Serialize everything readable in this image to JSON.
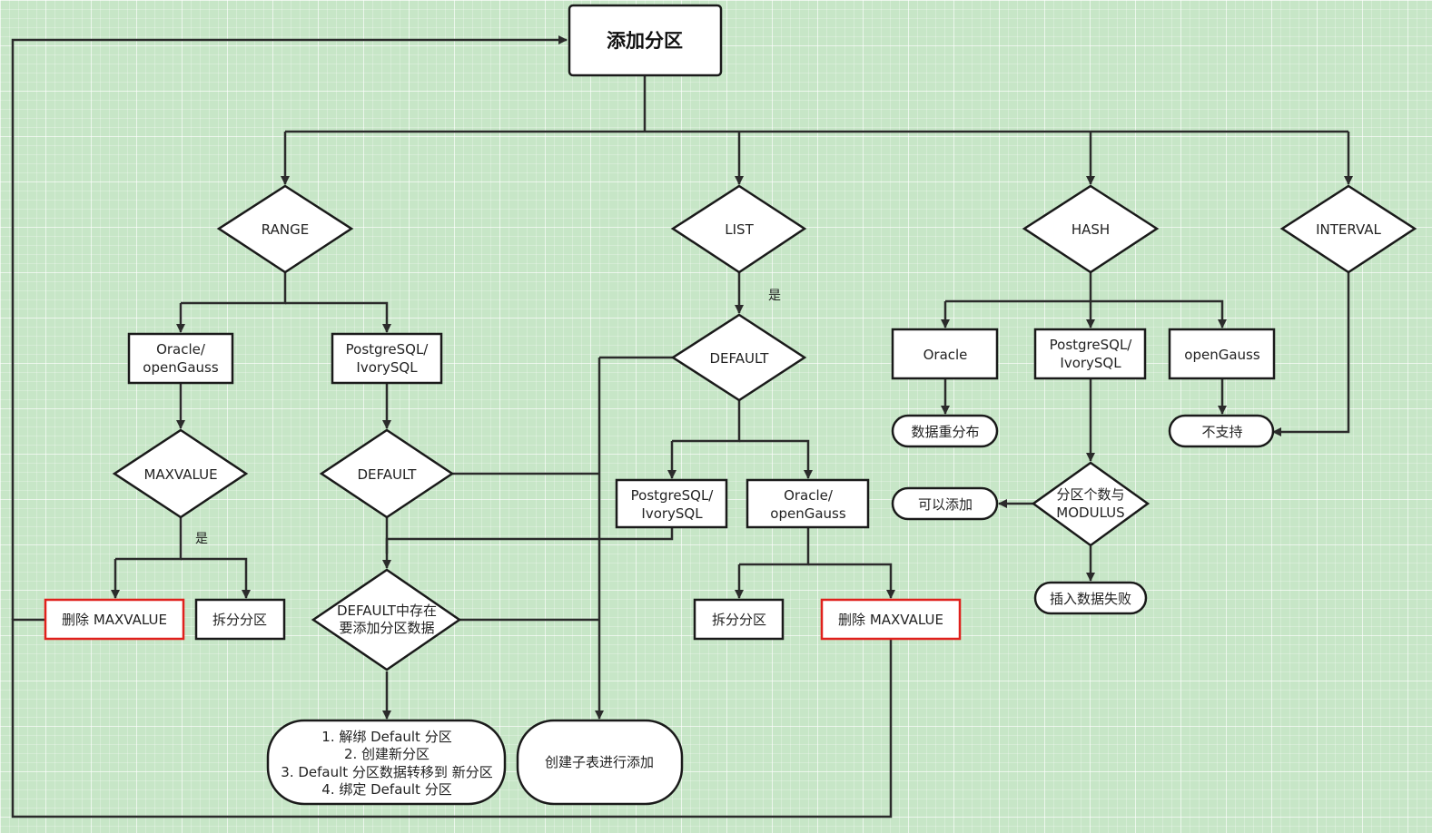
{
  "title": "添加分区",
  "types": {
    "range": "RANGE",
    "list": "LIST",
    "hash": "HASH",
    "interval": "INTERVAL"
  },
  "range": {
    "oracle": [
      "Oracle/",
      "openGauss"
    ],
    "pg": [
      "PostgreSQL/",
      "IvorySQL"
    ],
    "maxvalue": "MAXVALUE",
    "default": "DEFAULT",
    "yes": "是",
    "delete_maxvalue": "删除 MAXVALUE",
    "split": "拆分分区",
    "default_has_data": [
      "DEFAULT中存在",
      "要添加分区数据"
    ],
    "steps": [
      "1. 解绑 Default 分区",
      "2. 创建新分区",
      "3. Default 分区数据转移到 新分区",
      "4. 绑定 Default 分区"
    ],
    "create_child": "创建子表进行添加"
  },
  "list": {
    "yes": "是",
    "default": "DEFAULT",
    "pg": [
      "PostgreSQL/",
      "IvorySQL"
    ],
    "oracle": [
      "Oracle/",
      "openGauss"
    ],
    "split": "拆分分区",
    "delete_maxvalue": "删除 MAXVALUE"
  },
  "hash": {
    "oracle": "Oracle",
    "pg": [
      "PostgreSQL/",
      "IvorySQL"
    ],
    "opengauss": "openGauss",
    "redistribute": "数据重分布",
    "not_supported": "不支持",
    "count_vs_modulus": [
      "分区个数与",
      "MODULUS"
    ],
    "can_add": "可以添加",
    "insert_fail": "插入数据失败"
  }
}
